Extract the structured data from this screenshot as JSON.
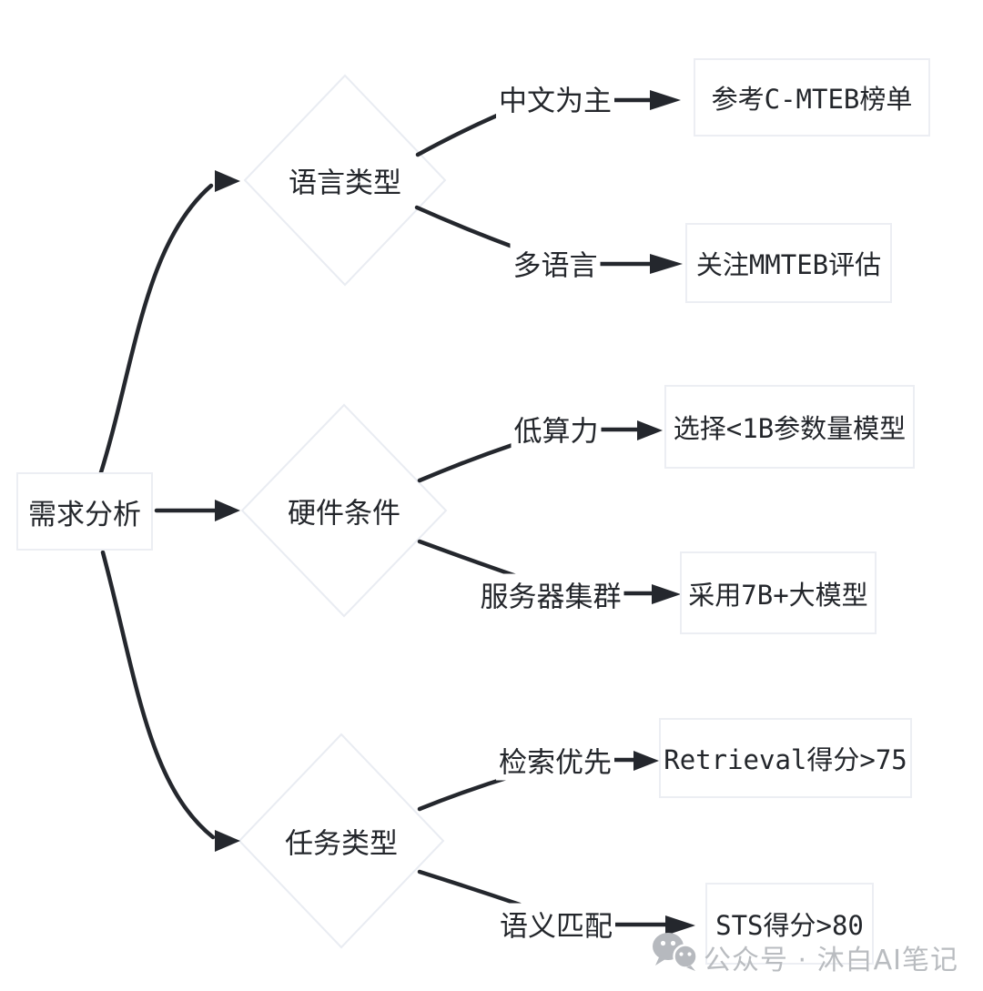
{
  "root": {
    "label": "需求分析"
  },
  "branches": [
    {
      "condition": "语言类型",
      "options": [
        {
          "label": "中文为主",
          "result": "参考C-MTEB榜单"
        },
        {
          "label": "多语言",
          "result": "关注MMTEB评估"
        }
      ]
    },
    {
      "condition": "硬件条件",
      "options": [
        {
          "label": "低算力",
          "result": "选择<1B参数量模型"
        },
        {
          "label": "服务器集群",
          "result": "采用7B+大模型"
        }
      ]
    },
    {
      "condition": "任务类型",
      "options": [
        {
          "label": "检索优先",
          "result": "Retrieval得分>75"
        },
        {
          "label": "语义匹配",
          "result": "STS得分>80"
        }
      ]
    }
  ],
  "watermark": {
    "icon": "wechat-icon",
    "text": "公众号 · 沐白AI笔记"
  },
  "colors": {
    "line": "#24272d",
    "text": "#23262b",
    "node_border": "#eceef3",
    "diamond_border": "#e9ecf2",
    "watermark": "#b9bcc0"
  }
}
